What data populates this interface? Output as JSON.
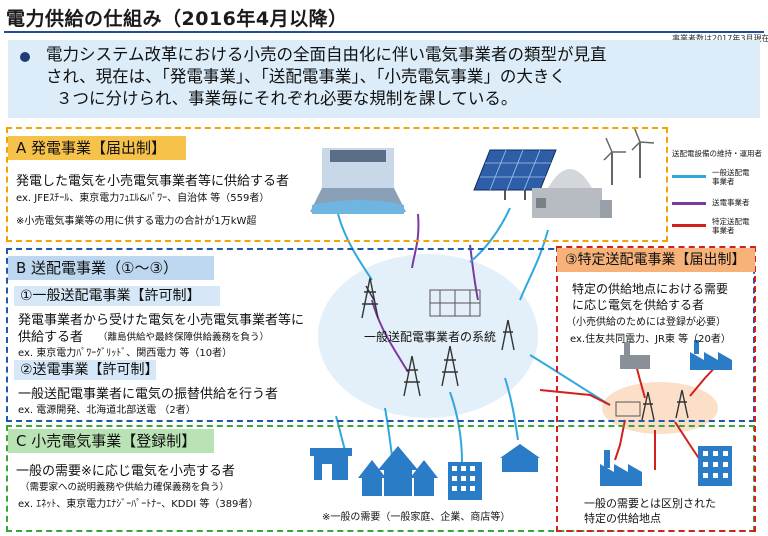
{
  "header": {
    "title": "電力供給の仕組み（2016年4月以降）",
    "count_note": "事業者数は2017年3月現在"
  },
  "summary": {
    "lines": [
      "電力システム改革における小売の全面自由化に伴い電気事業者の類型が見直",
      "され、現在は、「発電事業」、「送配電事業」、「小売電気事業」の大きく",
      "３つに分けられ、事業毎にそれぞれ必要な規制を課している。"
    ]
  },
  "section_a": {
    "header": "A  発電事業【届出制】",
    "desc": "発電した電気を小売電気事業者等に供給する者",
    "examples": "ex. JFEｽﾁｰﾙ、東京電力ﾌｭｴﾙ&ﾊﾟﾜｰ、自治体  等（559者）",
    "note": "※小売電気事業等の用に供する電力の合計が1万kW超"
  },
  "section_b": {
    "header": "B  送配電事業（①～③）",
    "sub1": {
      "header": "①一般送配電事業【許可制】",
      "desc_line1": "発電事業者から受けた電気を小売電気事業者等に",
      "desc_line2": "供給する者",
      "desc_note": "（離島供給や最終保障供給義務を負う）",
      "examples": "ex. 東京電力ﾊﾟﾜｰｸﾞﾘｯﾄﾞ、関西電力  等（10者）"
    },
    "sub2": {
      "header": "②送電事業【許可制】",
      "desc": "一般送配電事業者に電気の振替供給を行う者",
      "examples": "ex. 電源開発、北海道北部送電    （2者）"
    },
    "network_label": "一般送配電事業者の系統"
  },
  "section_spec": {
    "header": "③特定送配電事業【届出制】",
    "desc_line1": "特定の供給地点における需要",
    "desc_line2": "に応じ電気を供給する者",
    "desc_note": "（小売供給のためには登録が必要）",
    "examples": "ex.住友共同電力、JR東  等（20者）",
    "point_line1": "一般の需要とは区別された",
    "point_line2": "特定の供給地点"
  },
  "section_c": {
    "header": "C  小売電気事業【登録制】",
    "desc": "一般の需要※に応じ電気を小売する者",
    "desc_note": "（需要家への説明義務や供給力確保義務を負う）",
    "examples": "ex. ｴﾈｯﾄ、東京電力ｴﾅｼﾞｰﾊﾟｰﾄﾅｰ、KDDI  等（389者）",
    "demand_note": "※一般の需要（一般家庭、企業、商店等）"
  },
  "legend": {
    "title": "送配電設備の維持・運用者",
    "items": [
      {
        "label_line1": "一般送配電",
        "label_line2": "事業者",
        "color": "#2fa8e0"
      },
      {
        "label_line1": "送電事業者",
        "label_line2": "",
        "color": "#7b3aa0"
      },
      {
        "label_line1": "特定送配電",
        "label_line2": "事業者",
        "color": "#d2201e"
      }
    ]
  },
  "colors": {
    "general": "#2fa8e0",
    "transmission": "#7b3aa0",
    "specific": "#d2201e",
    "icon_blue": "#2a7cc7"
  },
  "icons": [
    "dam-icon",
    "solar-panel-icon",
    "wind-turbine-icon",
    "power-plant-icon",
    "transmission-tower-icon",
    "substation-icon",
    "shop-icon",
    "house-icon",
    "building-icon",
    "factory-icon"
  ]
}
